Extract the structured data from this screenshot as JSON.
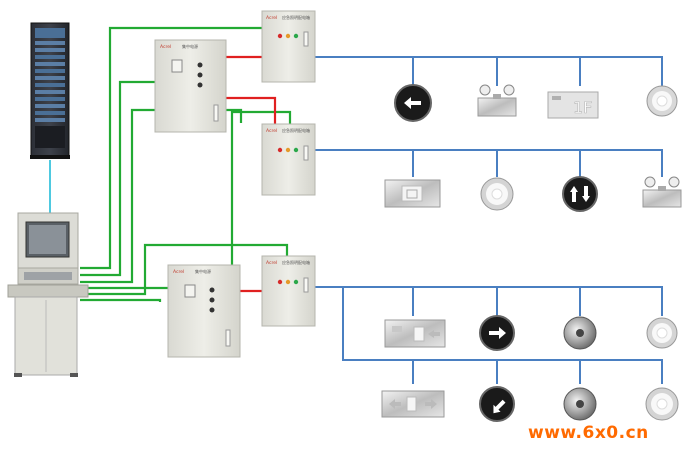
{
  "diagram": {
    "colors": {
      "background": "#ffffff",
      "bus_line": "#4a7fc1",
      "signal_line": "#22aa33",
      "power_line": "#e02020",
      "monitor_line": "#4ec9e0",
      "cabinet_body": "#e6e6e0",
      "cabinet_border": "#b5b5ad",
      "watermark": "#ff6a00"
    },
    "server_rack": {
      "icon": "server-rack-icon"
    },
    "monitoring_host": {
      "icon": "desktop-console-icon"
    },
    "power_cabinets": [
      {
        "icon": "distribution-cabinet-icon",
        "brand": "Acrel",
        "label": "集中电源"
      },
      {
        "icon": "distribution-cabinet-icon",
        "brand": "Acrel",
        "label": "集中电源"
      }
    ],
    "distribution_boxes": [
      {
        "icon": "distribution-box-icon",
        "brand": "Acrel",
        "label": "应急照明配电箱"
      },
      {
        "icon": "distribution-box-icon",
        "brand": "Acrel",
        "label": "应急照明配电箱"
      },
      {
        "icon": "distribution-box-icon",
        "brand": "Acrel",
        "label": "应急照明配电箱"
      }
    ],
    "fixture_rows": [
      {
        "devices": [
          "round-arrow-left-sign-icon",
          "twin-spot-emergency-light-icon",
          "floor-number-sign-icon",
          "downlight-icon"
        ]
      },
      {
        "devices": [
          "exit-sign-icon",
          "downlight-icon",
          "round-double-arrow-sign-icon",
          "twin-spot-emergency-light-icon"
        ]
      },
      {
        "devices": [
          "exit-sign-arrow-right-icon",
          "round-arrow-right-sign-icon",
          "recessed-floor-light-icon",
          "downlight-icon"
        ]
      },
      {
        "devices": [
          "exit-sign-left-right-icon",
          "round-double-arrow-sign-icon",
          "recessed-floor-light-icon",
          "downlight-icon"
        ]
      }
    ],
    "floor_sign_text": "1F",
    "watermark": "www.6x0.cn"
  }
}
